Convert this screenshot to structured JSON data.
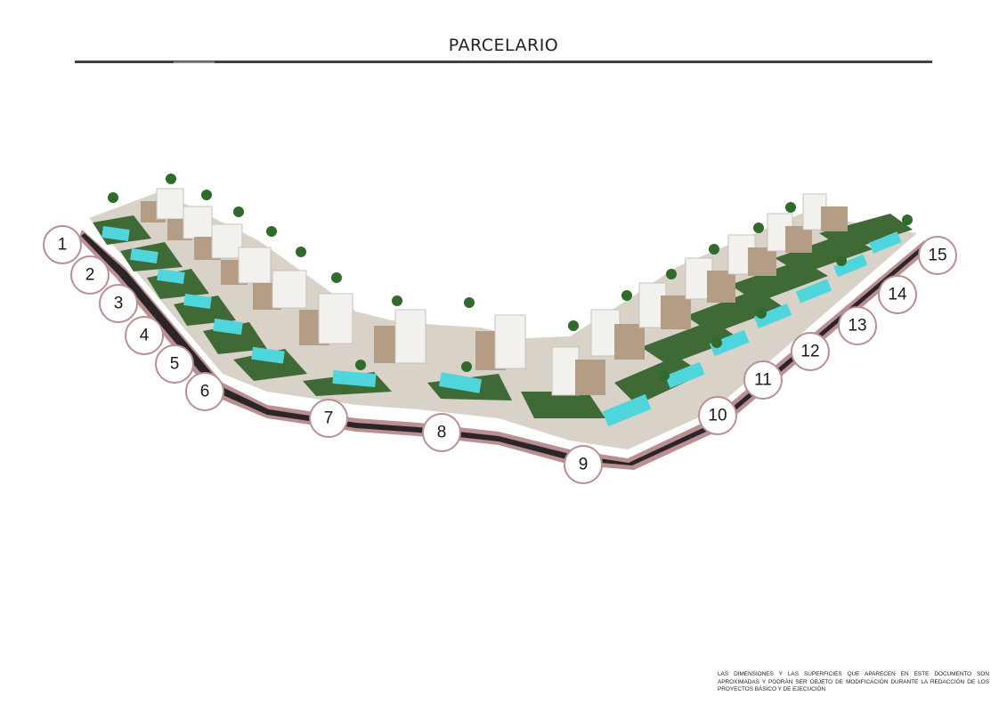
{
  "title": "PARCELARIO",
  "plots": [
    {
      "label": "1"
    },
    {
      "label": "2"
    },
    {
      "label": "3"
    },
    {
      "label": "4"
    },
    {
      "label": "5"
    },
    {
      "label": "6"
    },
    {
      "label": "7"
    },
    {
      "label": "8"
    },
    {
      "label": "9"
    },
    {
      "label": "10"
    },
    {
      "label": "11"
    },
    {
      "label": "12"
    },
    {
      "label": "13"
    },
    {
      "label": "14"
    },
    {
      "label": "15"
    }
  ],
  "disclaimer": "LAS DIMENSIONES Y LAS SUPERFICIES QUE APARECEN EN ESTE DOCUMENTO SON APROXIMADAS Y PODRÁN SER OBJETO DE MODIFICACIÓN DURANTE LA REDACCIÓN DE LOS PROYECTOS BÁSICO Y DE EJECUCIÓN",
  "colors": {
    "road": "#2b2528",
    "curb": "#b98f92",
    "grass": "#3f6a35",
    "pool": "#4fd6dc",
    "building": "#f3f1ee",
    "stone": "#b49c85",
    "paving": "#d8d2c9",
    "palm": "#2f6b2b"
  },
  "map_icons": [
    "villa-icon",
    "pool-icon",
    "palm-icon",
    "road-icon"
  ]
}
